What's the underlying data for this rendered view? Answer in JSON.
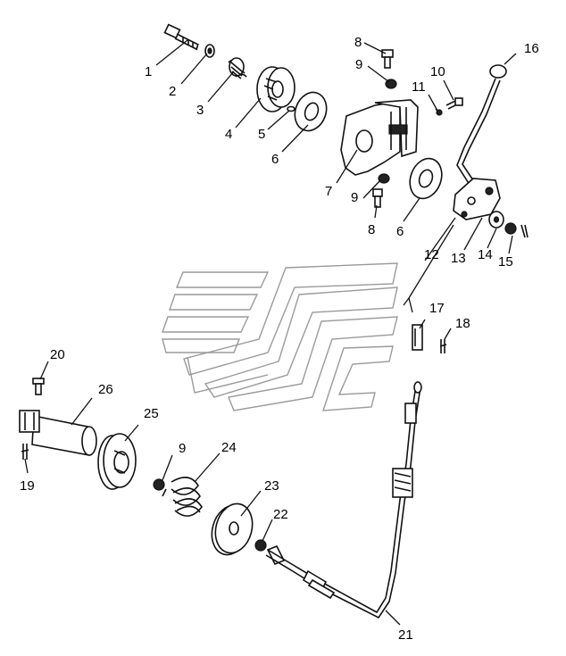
{
  "diagram": {
    "callouts": [
      {
        "id": "c1",
        "label": "1"
      },
      {
        "id": "c2",
        "label": "2"
      },
      {
        "id": "c3",
        "label": "3"
      },
      {
        "id": "c4",
        "label": "4"
      },
      {
        "id": "c5",
        "label": "5"
      },
      {
        "id": "c6a",
        "label": "6"
      },
      {
        "id": "c6b",
        "label": "6"
      },
      {
        "id": "c7",
        "label": "7"
      },
      {
        "id": "c8a",
        "label": "8"
      },
      {
        "id": "c8b",
        "label": "8"
      },
      {
        "id": "c9a",
        "label": "9"
      },
      {
        "id": "c9b",
        "label": "9"
      },
      {
        "id": "c9c",
        "label": "9"
      },
      {
        "id": "c10",
        "label": "10"
      },
      {
        "id": "c11",
        "label": "11"
      },
      {
        "id": "c12",
        "label": "12"
      },
      {
        "id": "c13",
        "label": "13"
      },
      {
        "id": "c14",
        "label": "14"
      },
      {
        "id": "c15",
        "label": "15"
      },
      {
        "id": "c16",
        "label": "16"
      },
      {
        "id": "c17",
        "label": "17"
      },
      {
        "id": "c18",
        "label": "18"
      },
      {
        "id": "c19",
        "label": "19"
      },
      {
        "id": "c20",
        "label": "20"
      },
      {
        "id": "c21",
        "label": "21"
      },
      {
        "id": "c22",
        "label": "22"
      },
      {
        "id": "c23",
        "label": "23"
      },
      {
        "id": "c24",
        "label": "24"
      },
      {
        "id": "c25",
        "label": "25"
      },
      {
        "id": "c26",
        "label": "26"
      }
    ]
  }
}
